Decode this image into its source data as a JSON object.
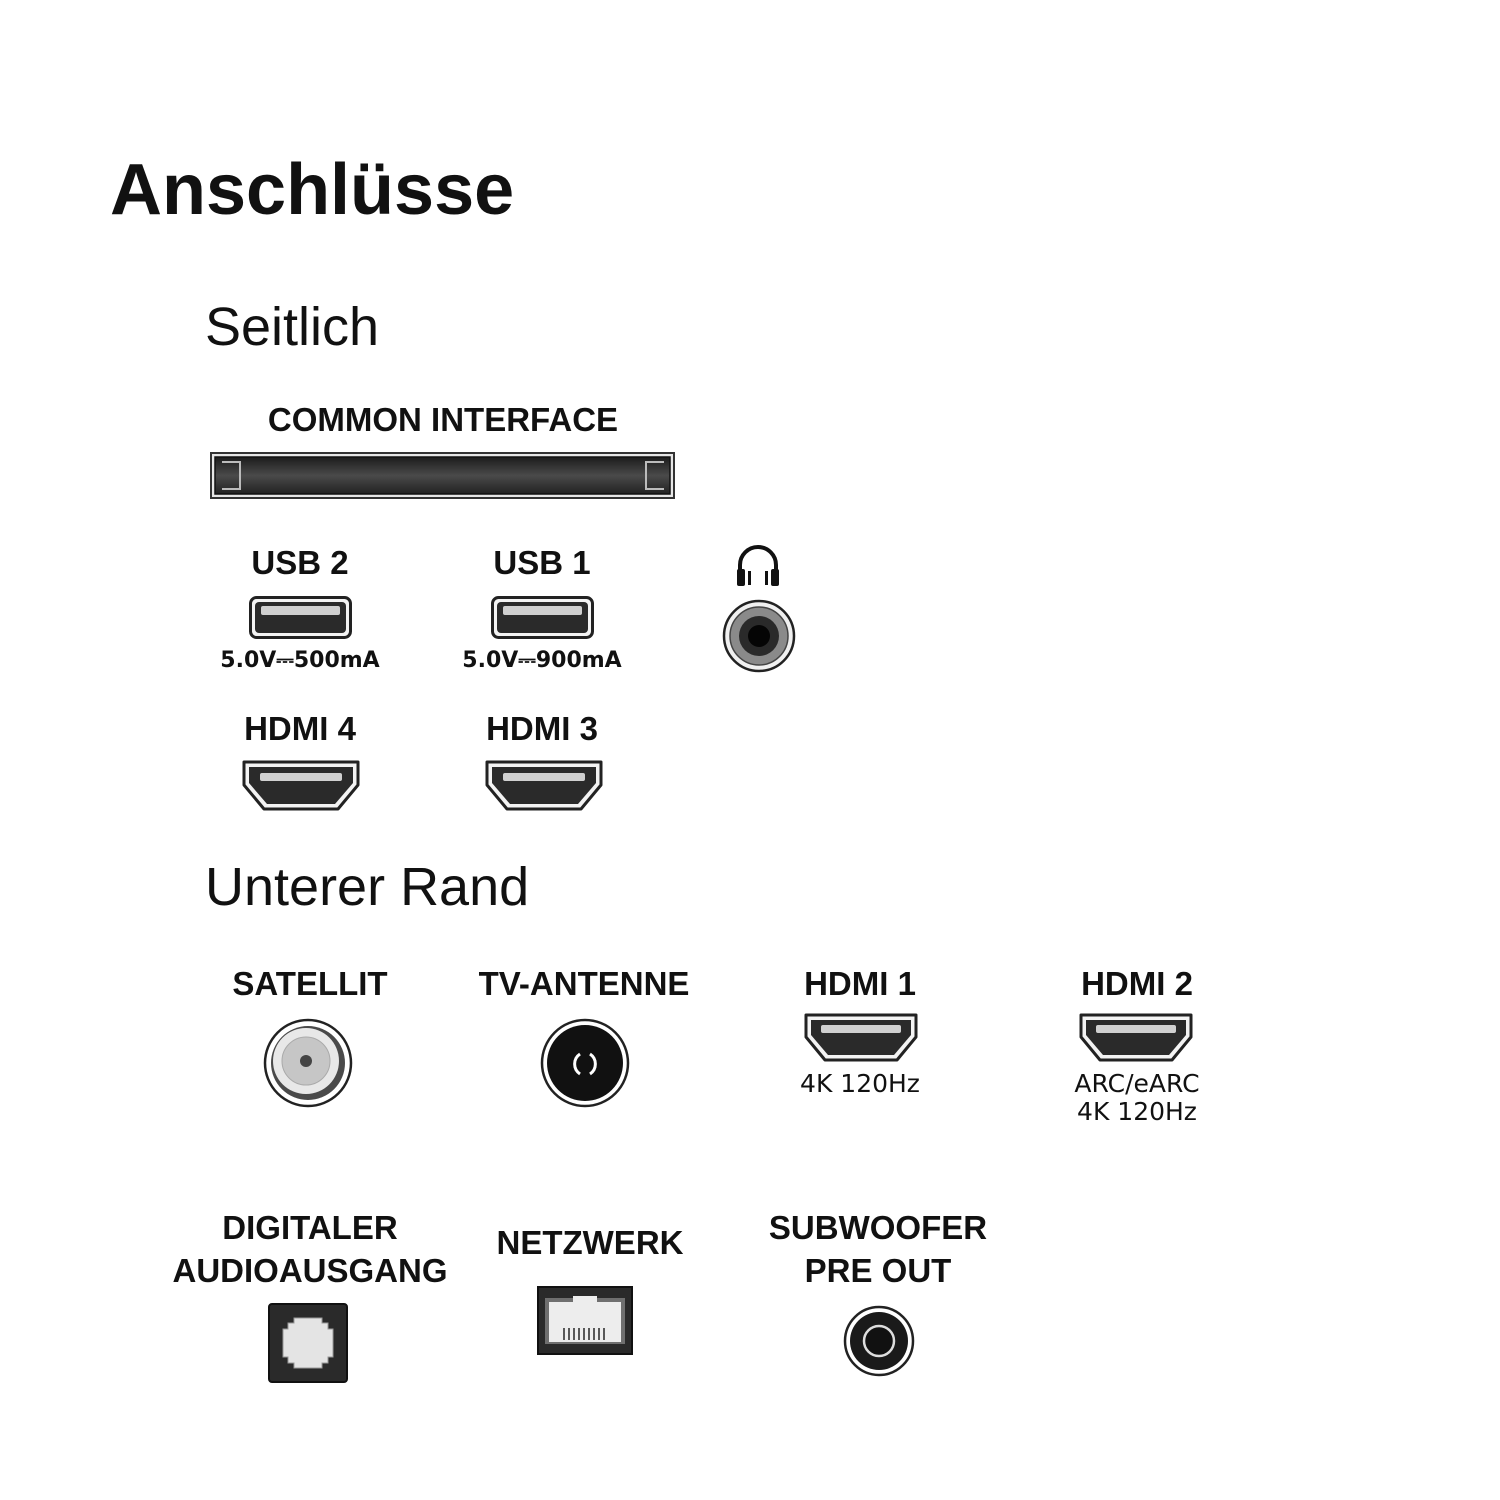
{
  "title": "Anschlüsse",
  "sections": {
    "side": {
      "heading": "Seitlich",
      "common_interface": "COMMON INTERFACE",
      "usb2": {
        "label": "USB 2",
        "spec": "5.0V⎓500mA"
      },
      "usb1": {
        "label": "USB 1",
        "spec": "5.0V⎓900mA"
      },
      "hdmi4": {
        "label": "HDMI 4"
      },
      "hdmi3": {
        "label": "HDMI 3"
      }
    },
    "bottom": {
      "heading": "Unterer Rand",
      "satellite": {
        "label": "SATELLIT"
      },
      "antenna": {
        "label": "TV-ANTENNE"
      },
      "hdmi1": {
        "label": "HDMI 1",
        "spec": "4K 120Hz"
      },
      "hdmi2": {
        "label": "HDMI 2",
        "spec_line1": "ARC/eARC",
        "spec_line2": "4K 120Hz"
      },
      "optical": {
        "label_line1": "DIGITALER",
        "label_line2": "AUDIOAUSGANG"
      },
      "network": {
        "label": "NETZWERK"
      },
      "subwoofer": {
        "label_line1": "SUBWOOFER",
        "label_line2": "PRE OUT"
      }
    }
  },
  "icons": {
    "headphone": "headphone-icon"
  },
  "colors": {
    "text": "#111111",
    "port_dark": "#2a2a2a",
    "port_frame": "#5a5a5a"
  }
}
